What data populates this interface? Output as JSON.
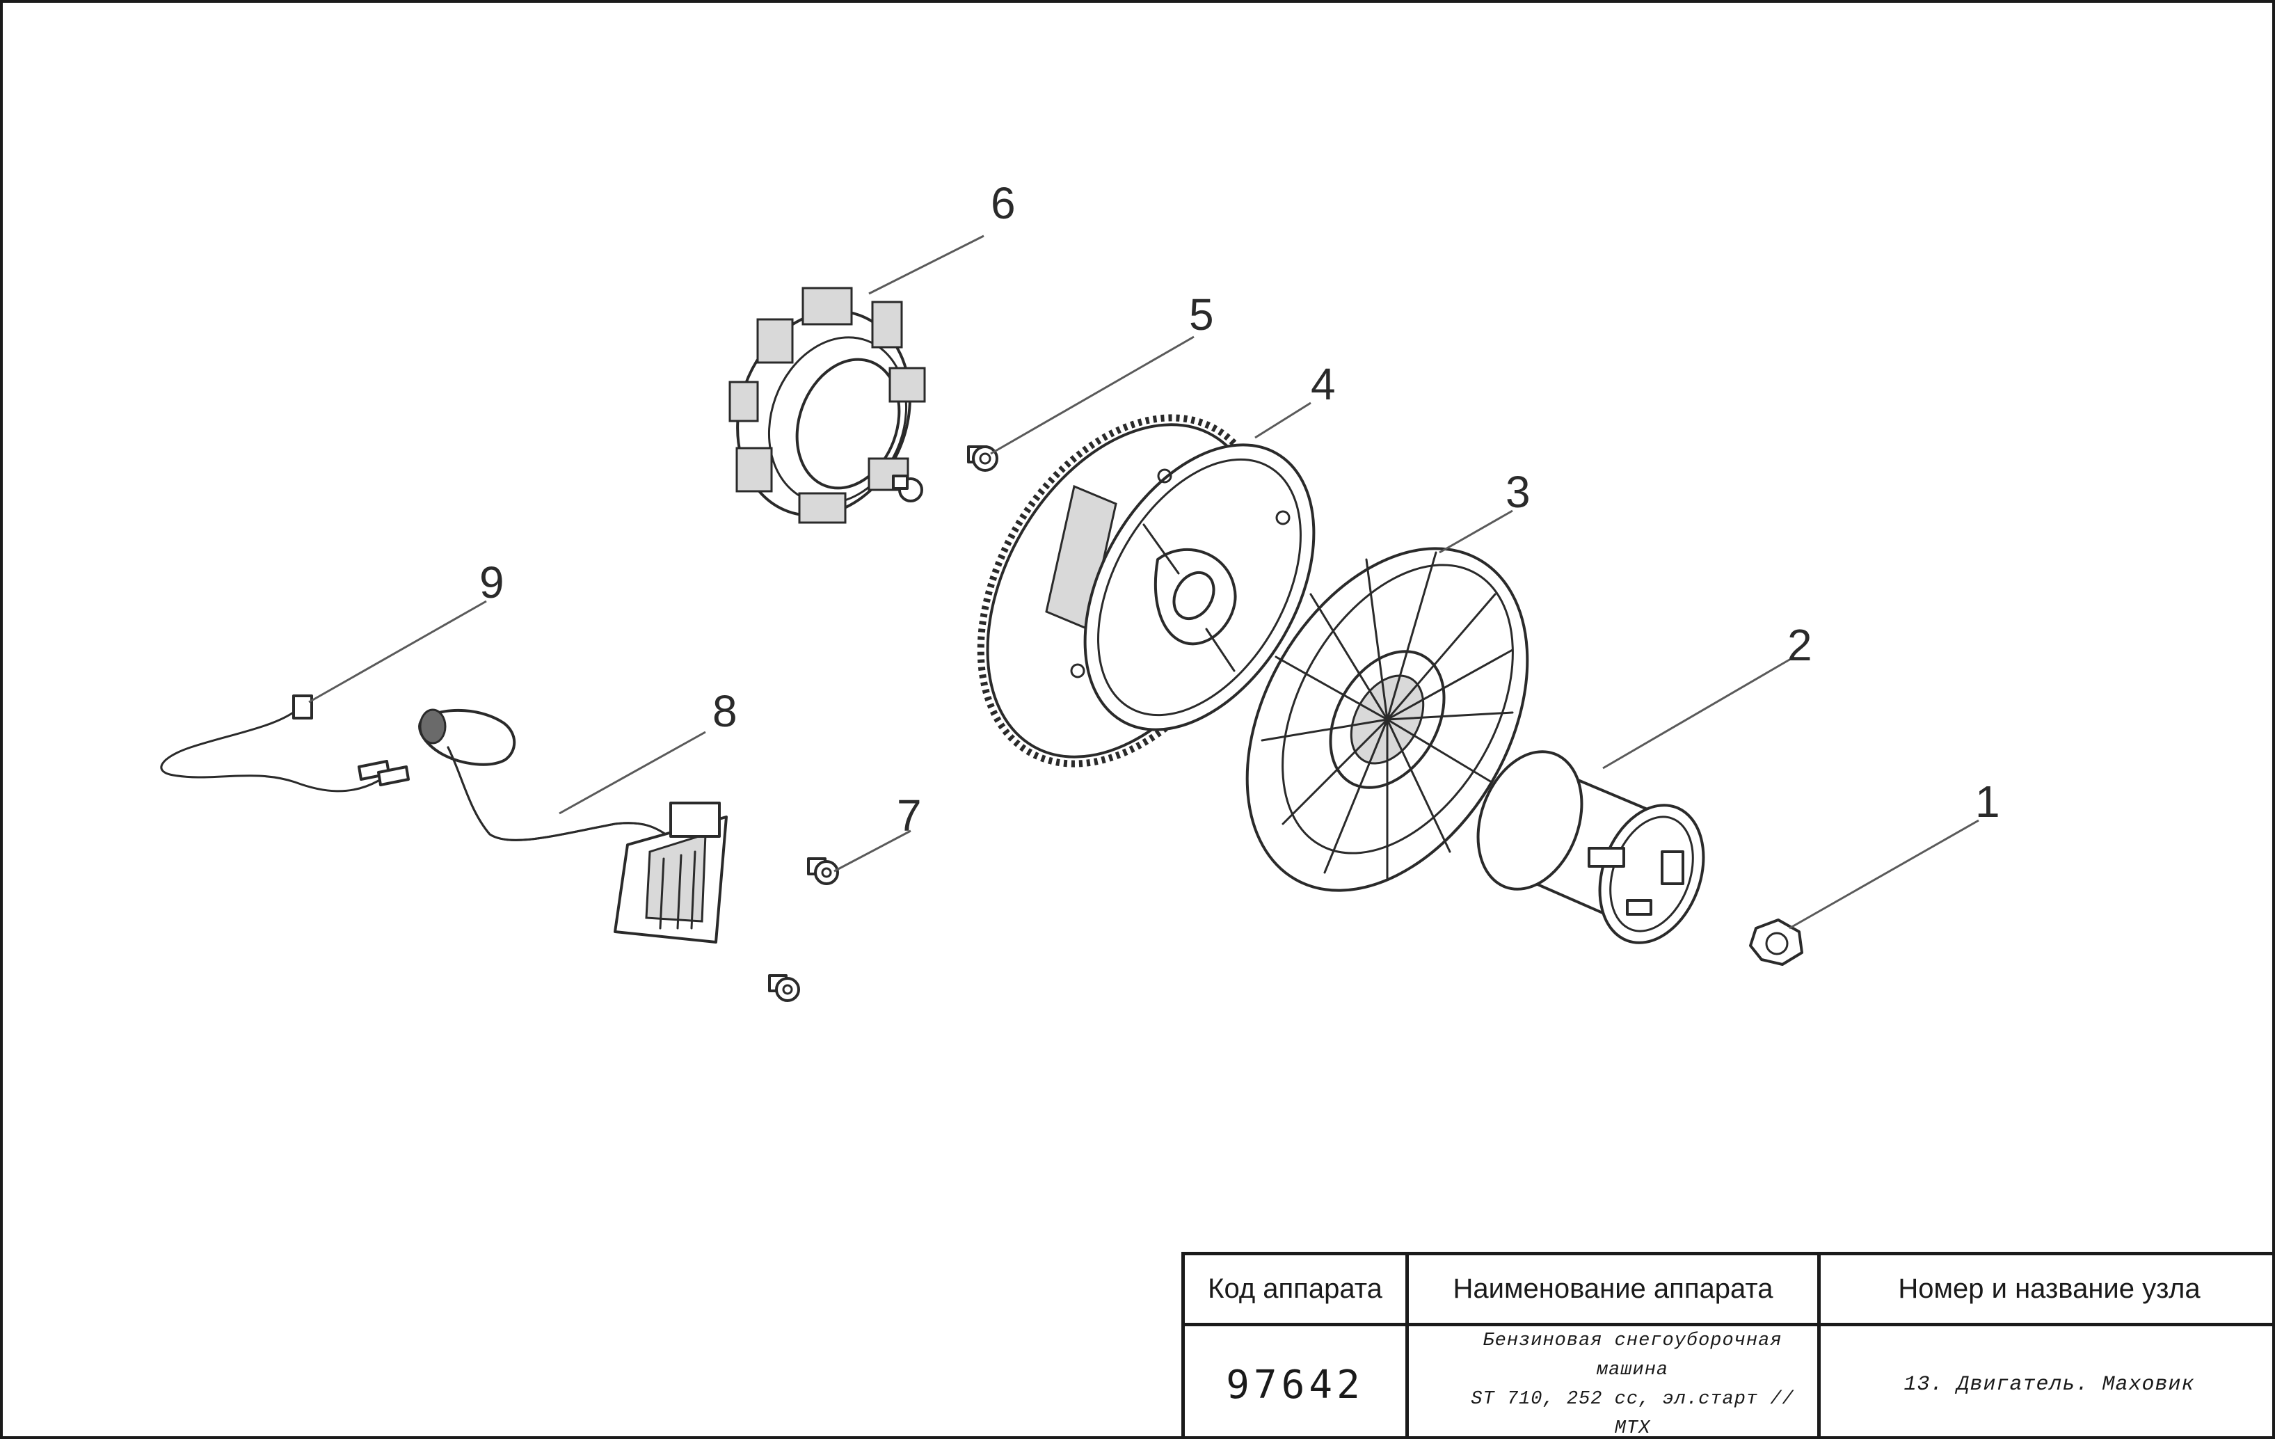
{
  "callouts": {
    "c1": "1",
    "c2": "2",
    "c3": "3",
    "c4": "4",
    "c5": "5",
    "c6": "6",
    "c7": "7",
    "c8": "8",
    "c9": "9"
  },
  "title_block": {
    "header_code": "Код аппарата",
    "header_name": "Наименование аппарата",
    "header_unit": "Номер и название узла",
    "code": "97642",
    "name_line1": "Бензиновая снегоуборочная машина",
    "name_line2": "ST 710, 252 cc, эл.старт // MTX",
    "unit": "13. Двигатель. Маховик"
  },
  "colors": {
    "line": "#2a2a2a",
    "border": "#1a1a1a",
    "background": "#ffffff"
  }
}
